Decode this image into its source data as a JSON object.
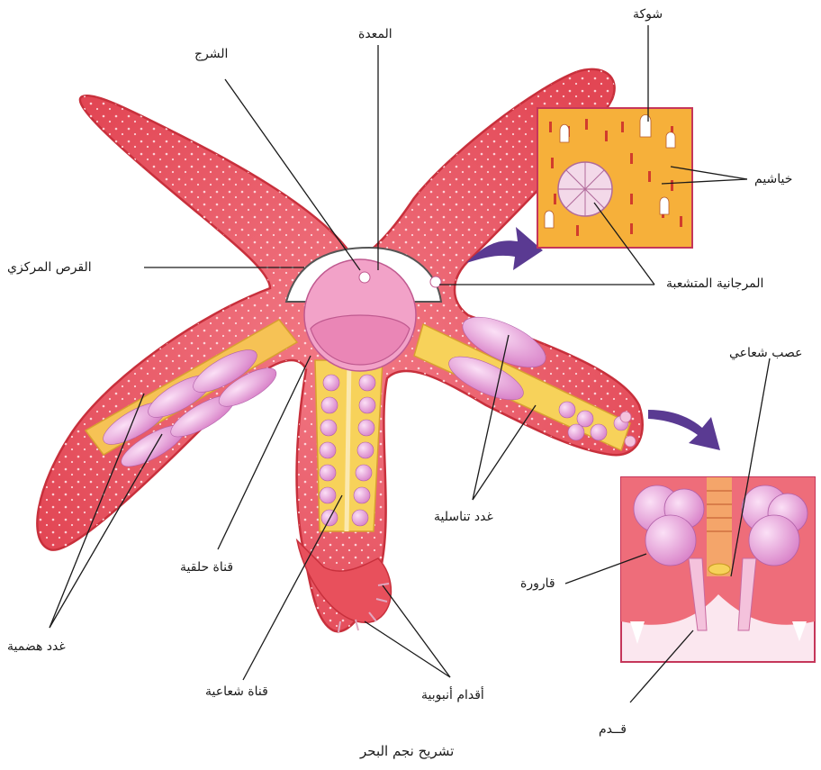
{
  "title": "تشريح نجم البحر",
  "labels": {
    "stomach": "المعدة",
    "anus": "الشرج",
    "central_disc": "القرص المركزي",
    "spine": "شوكة",
    "gills": "خياشيم",
    "madreporite": "المرجانية المتشعبة",
    "radial_nerve": "عصب شعاعي",
    "gonads": "غدد تناسلية",
    "ring_canal": "قناة حلقية",
    "radial_canal": "قناة شعاعية",
    "digestive_glands": "غدد هضمية",
    "tube_feet": "أقدام أنبوبية",
    "ampulla": "قارورة",
    "foot": "قــدم"
  },
  "colors": {
    "arm_fill": "#e8505c",
    "arm_edge": "#c8303c",
    "canal_yellow": "#f7d25a",
    "gland_pink": "#e89ad8",
    "inset_bg": "#f6b03a",
    "arrow": "#5a3a92",
    "leader": "#1a1a1a"
  }
}
